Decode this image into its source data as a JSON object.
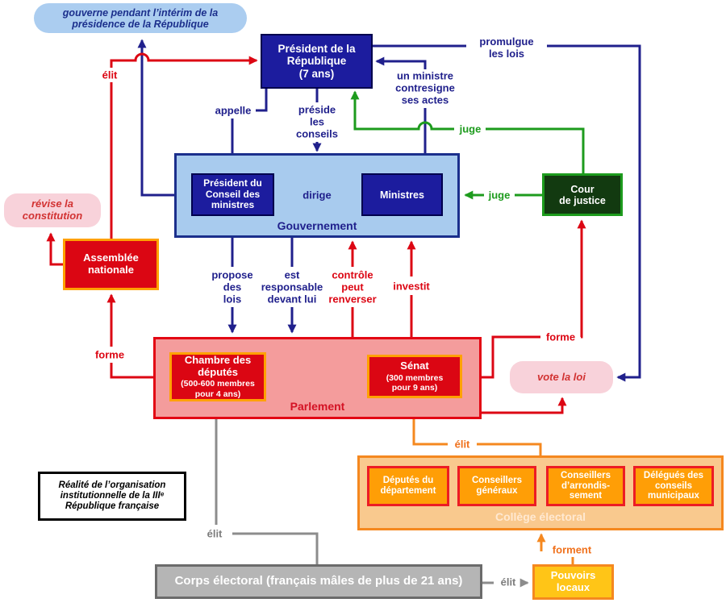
{
  "note": "Réalité de l’organisation\ninstitutionnelle de la IIIᵉ\nRépublique française",
  "nodes": {
    "interim_bubble": "gouverne pendant l’intérim de la\nprésidence de la République",
    "president": "Président de la\nRépublique\n(7 ans)",
    "gouvernement_label": "Gouvernement",
    "president_conseil": "Président du\nConseil des\nministres",
    "ministres": "Ministres",
    "cour_justice": "Cour\nde justice",
    "revise_bubble": "révise la\nconstitution",
    "assemblee": "Assemblée\nnationale",
    "parlement_label": "Parlement",
    "chambre_name": "Chambre des\ndéputés",
    "chambre_detail": "(500-600 membres\npour 4 ans)",
    "senat_name": "Sénat",
    "senat_detail": "(300 membres\npour 9 ans)",
    "vote_bubble": "vote la loi",
    "college_label": "Collège électoral",
    "college_items": [
      "Députés du\ndépartement",
      "Conseillers\ngénéraux",
      "Conseillers\nd’arrondis-\nsement",
      "Délégués des\nconseils\nmunicipaux"
    ],
    "corps_electoral": "Corps électoral (français mâles de plus de 21 ans)",
    "pouvoirs_locaux": "Pouvoirs\nlocaux"
  },
  "edges": {
    "elit_assemblee": "élit",
    "appelle": "appelle",
    "preside": "préside\nles\nconseils",
    "promulgue": "promulgue\nles lois",
    "contresigne": "un ministre\ncontresigne\nses actes",
    "juge_president": "juge",
    "juge_ministres": "juge",
    "dirige": "dirige",
    "propose": "propose\ndes\nlois",
    "responsable": "est\nresponsable\ndevant lui",
    "controle": "contrôle\npeut\nrenverser",
    "investit": "investit",
    "forme_assemblee": "forme",
    "forme_cour": "forme",
    "elit_senat": "élit",
    "elit_chambre": "élit",
    "elit_pouvoirs": "élit",
    "forment": "forment"
  },
  "colors": {
    "navy_line": "#20208c",
    "navy_box": "#1c1c9e",
    "light_blue": "#a8cbee",
    "red_line": "#dc0613",
    "red_box": "#db0613",
    "pink_panel": "#f49c9c",
    "pink_bubble": "#f8d2da",
    "green_line": "#1d9b1d",
    "dark_green": "#123a10",
    "orange_line": "#f0711c",
    "orange_panel": "#f9c98e",
    "orange_box": "#ff9e06",
    "orange_border": "#f5881f",
    "gold": "#ffc517",
    "gray_line": "#8c8c8c",
    "gray_box": "#b5b5b5"
  }
}
